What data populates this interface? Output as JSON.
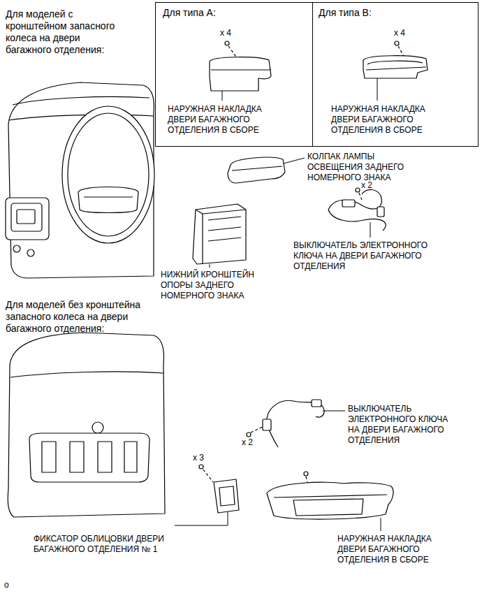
{
  "diagram": {
    "nodes": [
      {
        "text": [
          "Для типа А:",
          "x 4",
          "НАРУЖНАЯ НАКЛАДКА ДВЕРИ БАГАЖНОГО ОТДЕЛЕНИЯ В СБОРЕ"
        ]
      },
      {
        "text": [
          "Для типа В:",
          "x 4",
          "НАРУЖНАЯ НАКЛАДКА ДВЕРИ БАГАЖНОГО ОТДЕЛЕНИЯ В СБОРЕ"
        ]
      }
    ],
    "labels": [
      "Для моделей с кронштейном запасного колеса на двери багажного отделения:",
      "КОЛПАК ЛАМПЫ ОСВЕЩЕНИЯ ЗАДНЕГО НОМЕРНОГО ЗНАКА",
      "x 2",
      "ВЫКЛЮЧАТЕЛЬ ЭЛЕКТРОННОГО КЛЮЧА НА ДВЕРИ БАГАЖНОГО ОТДЕЛЕНИЯ",
      "НИЖНИЙ КРОНШТЕЙН ОПОРЫ ЗАДНЕГО НОМЕРНОГО ЗНАКА",
      "Для моделей без кронштейна запасного колеса на двери багажного отделения:",
      "ВЫКЛЮЧАТЕЛЬ ЭЛЕКТРОННОГО КЛЮЧА НА ДВЕРИ БАГАЖНОГО ОТДЕЛЕНИЯ",
      "x 2",
      "x 3",
      "ФИКСАТОР ОБЛИЦОВКИ ДВЕРИ БАГАЖНОГО ОТДЕЛЕНИЯ № 1",
      "НАРУЖНАЯ НАКЛАДКА ДВЕРИ БАГАЖНОГО ОТДЕЛЕНИЯ В СБОРЕ",
      "o"
    ]
  }
}
